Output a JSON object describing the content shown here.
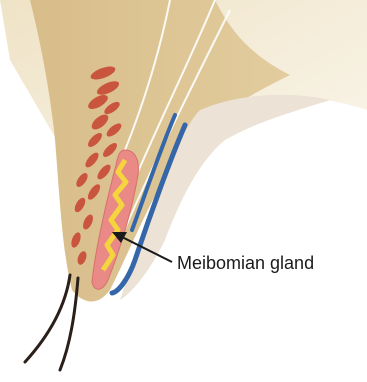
{
  "diagram": {
    "labels": {
      "meibomian_gland": "Meibomian gland"
    },
    "colors": {
      "skin": "#dcc291",
      "skin_shadow": "#c9ac77",
      "background_tissue": "#f3ead5",
      "conjunctiva": "#ece2d6",
      "muscle": "#c9553f",
      "gland_outer": "#e98a86",
      "gland_oil": "#f5d53d",
      "tarsal_plate_edge": "#3567a8",
      "fibers": "#ffffff",
      "eyelashes": "#2a2019",
      "arrow": "#1a1a1a"
    },
    "parts": [
      "eyelid",
      "orbicularis-muscle",
      "meibomian-gland",
      "tarsal-plate",
      "conjunctiva",
      "eyelashes"
    ]
  }
}
